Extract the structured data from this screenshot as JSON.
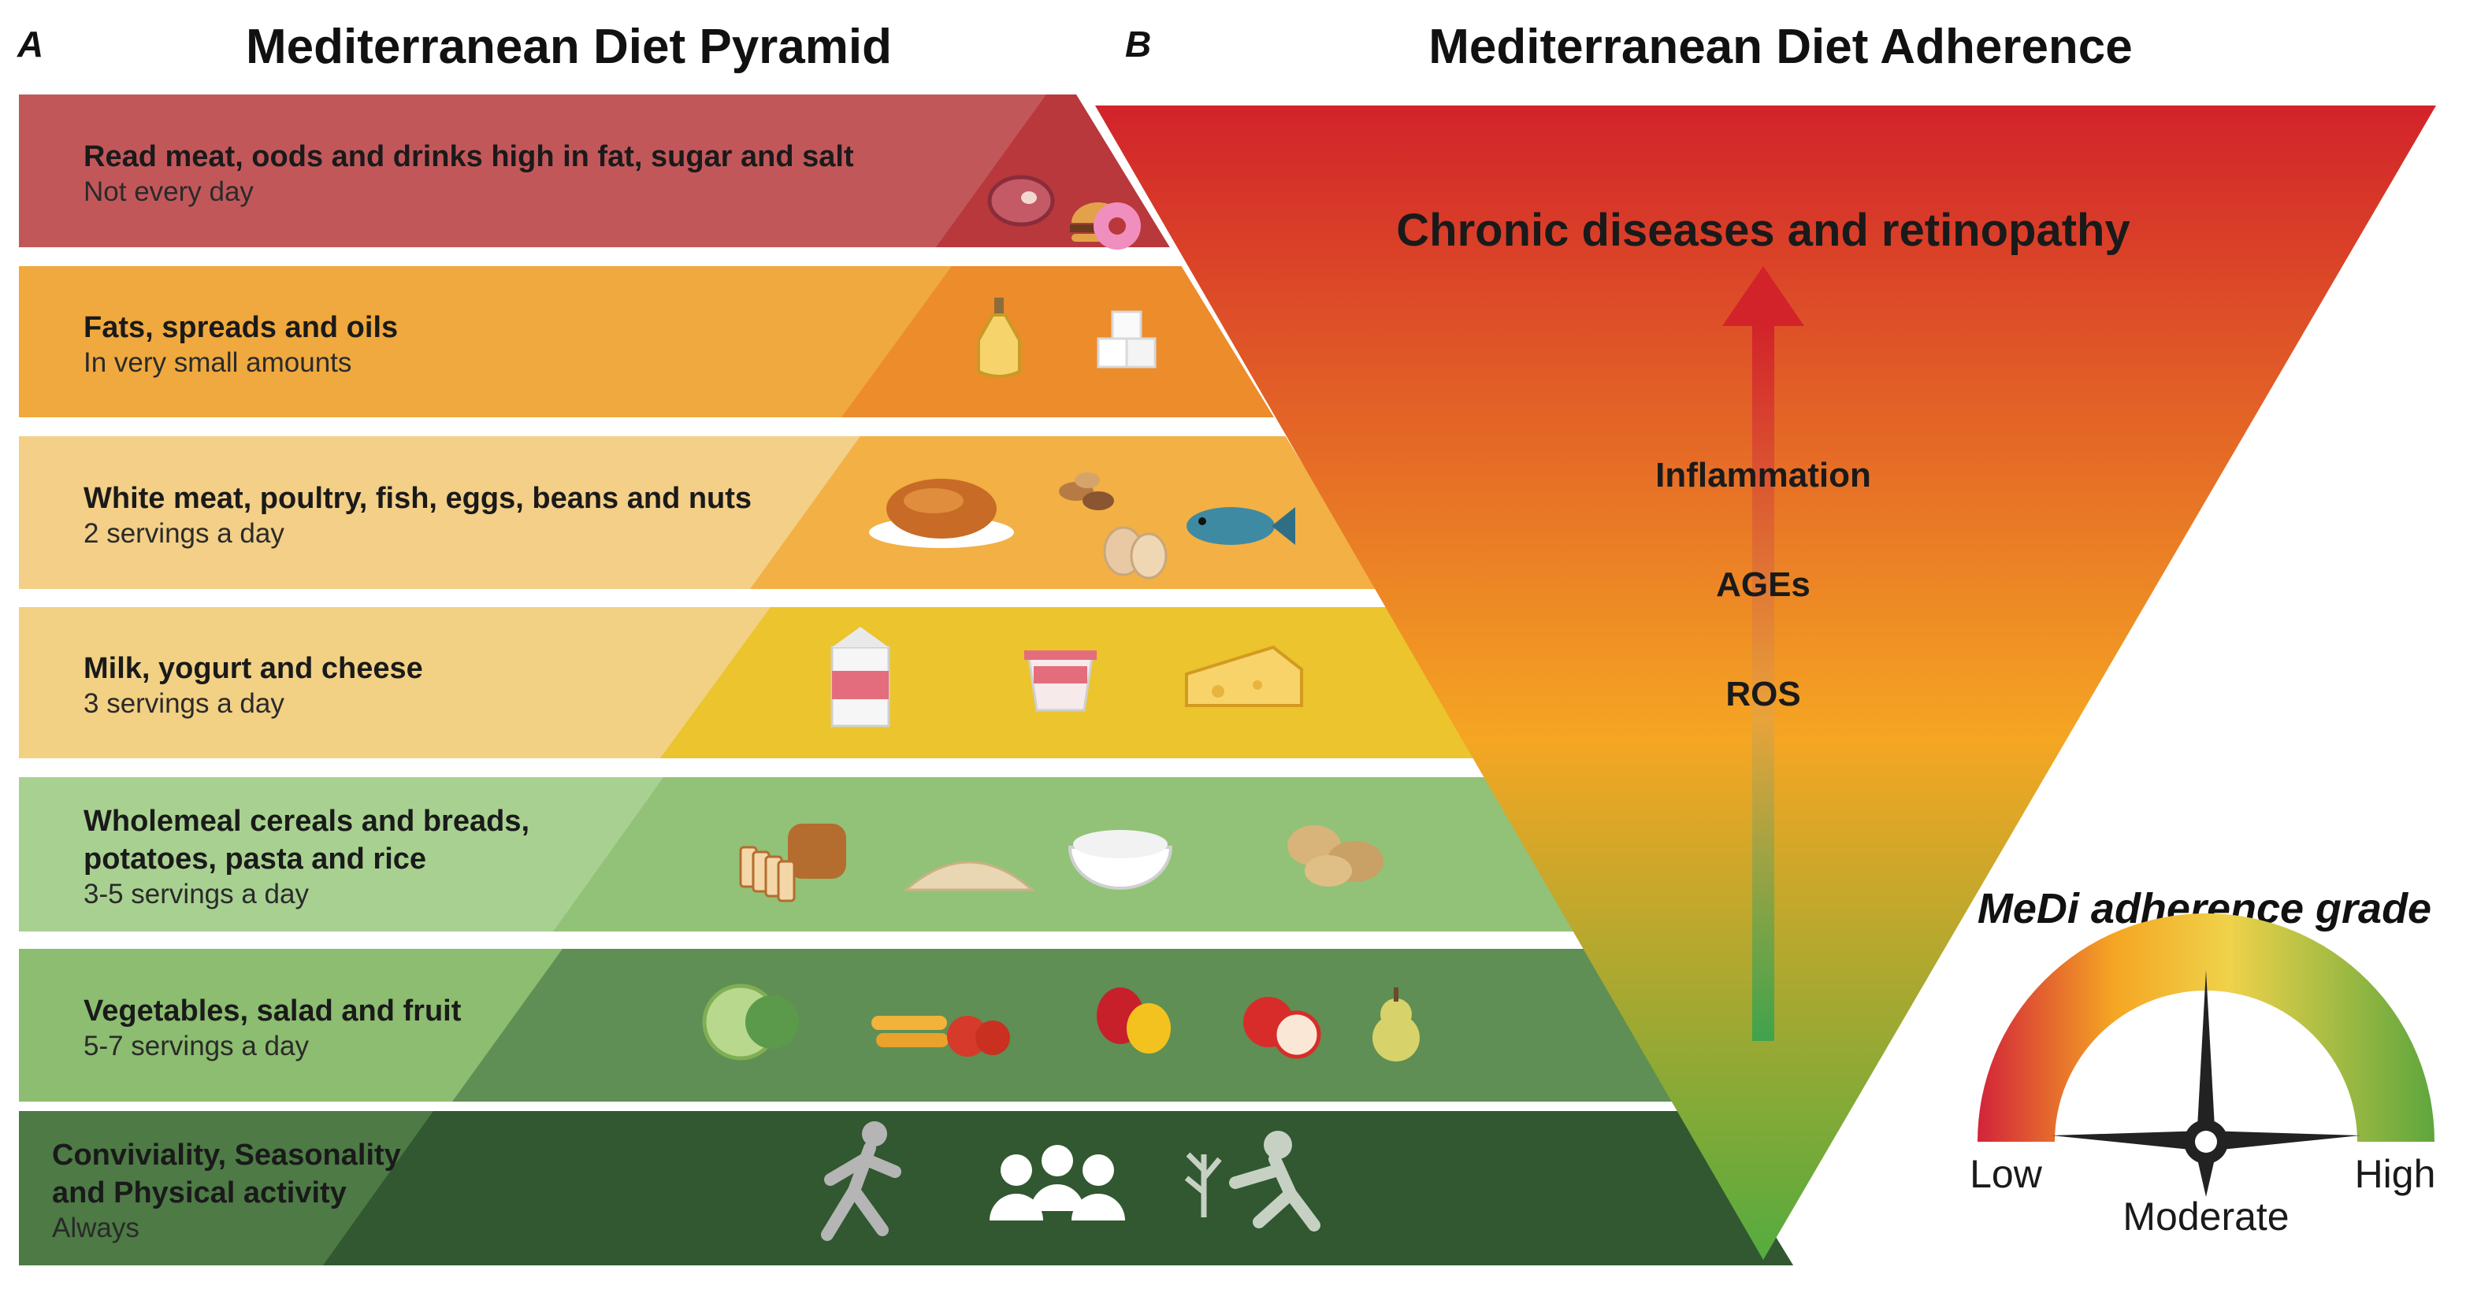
{
  "panel_a": {
    "letter": "A",
    "title": "Mediterranean Diet Pyramid",
    "tiers": [
      {
        "title_lines": [
          "Read meat, oods and drinks high in fat, sugar and salt"
        ],
        "subtitle": "Not every day",
        "colors": {
          "left": "#c2575a",
          "right": "#b8383c"
        },
        "icons": [
          "steak-icon",
          "burger-icon",
          "donut-icon"
        ]
      },
      {
        "title_lines": [
          "Fats, spreads and oils"
        ],
        "subtitle": "In very small amounts",
        "colors": {
          "left": "#f0a93e",
          "right": "#ec8c2b"
        },
        "icons": [
          "olive-oil-bottle-icon",
          "sugar-cubes-icon"
        ]
      },
      {
        "title_lines": [
          "White meat, poultry, fish, eggs, beans and nuts"
        ],
        "subtitle": "2 servings a day",
        "colors": {
          "left": "#f3cf87",
          "right": "#f2b045"
        },
        "icons": [
          "roast-chicken-icon",
          "nuts-icon",
          "eggs-icon",
          "fish-icon"
        ]
      },
      {
        "title_lines": [
          "Milk, yogurt and cheese"
        ],
        "subtitle": "3 servings a day",
        "colors": {
          "left": "#f2d184",
          "right": "#ebc42e"
        },
        "icons": [
          "milk-carton-icon",
          "yogurt-icon",
          "cheese-icon"
        ]
      },
      {
        "title_lines": [
          "Wholemeal cereals and breads,",
          "potatoes, pasta and rice"
        ],
        "subtitle": "3-5 servings a day",
        "colors": {
          "left": "#a8d191",
          "right": "#92c277"
        },
        "icons": [
          "bread-icon",
          "grains-icon",
          "rice-bowl-icon",
          "potatoes-icon"
        ]
      },
      {
        "title_lines": [
          "Vegetables, salad and fruit"
        ],
        "subtitle": "5-7 servings a day",
        "colors": {
          "left": "#8cbd70",
          "right": "#5f8f54"
        },
        "icons": [
          "cabbage-icon",
          "carrots-tomato-icon",
          "peppers-icon",
          "apple-icon",
          "pear-icon"
        ]
      },
      {
        "title_lines": [
          "Conviviality, Seasonality",
          "and Physical activity"
        ],
        "subtitle": "Always",
        "colors": {
          "left": "#4d7a45",
          "right": "#315830"
        },
        "icons": [
          "runner-icon",
          "people-group-icon",
          "gardener-icon"
        ]
      }
    ]
  },
  "panel_b": {
    "letter": "B",
    "title": "Mediterranean Diet Adherence",
    "top_label": "Chronic diseases and retinopathy",
    "mechanisms": [
      "Inflammation",
      "AGEs",
      "ROS"
    ],
    "gradient_colors": [
      "#d2232a",
      "#f5a623",
      "#55ab3f"
    ],
    "gauge": {
      "title": "MeDi adherence grade",
      "low_label": "Low",
      "moderate_label": "Moderate",
      "high_label": "High",
      "needle_level": 0.5
    }
  }
}
